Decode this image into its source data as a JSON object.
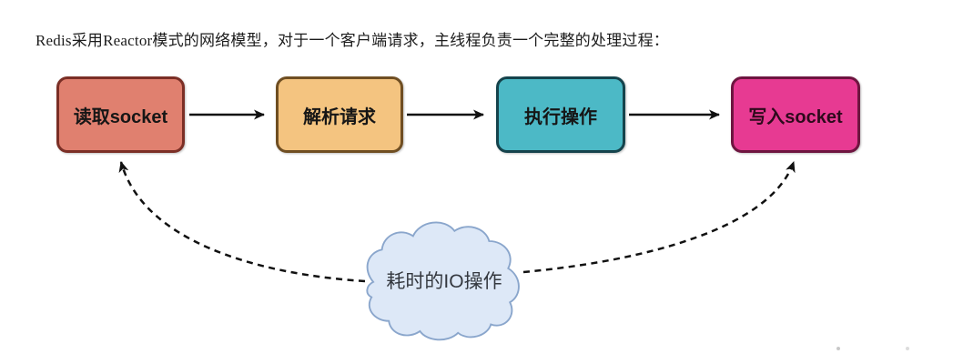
{
  "title": "Redis采用Reactor模式的网络模型，对于一个客户端请求，主线程负责一个完整的处理过程：",
  "flow": {
    "steps": [
      {
        "label": "读取socket",
        "fill": "#e0806f",
        "border": "#7b2f26"
      },
      {
        "label": "解析请求",
        "fill": "#f4c480",
        "border": "#6f4e22"
      },
      {
        "label": "执行操作",
        "fill": "#4cb9c6",
        "border": "#15434c"
      },
      {
        "label": "写入socket",
        "fill": "#e73a92",
        "border": "#6e1540"
      }
    ]
  },
  "cloud": {
    "label": "耗时的IO操作",
    "fill": "#dde8f7",
    "stroke": "#8aa6cc"
  },
  "colors": {
    "arrow": "#111111",
    "title_text": "#1c1c1c"
  }
}
